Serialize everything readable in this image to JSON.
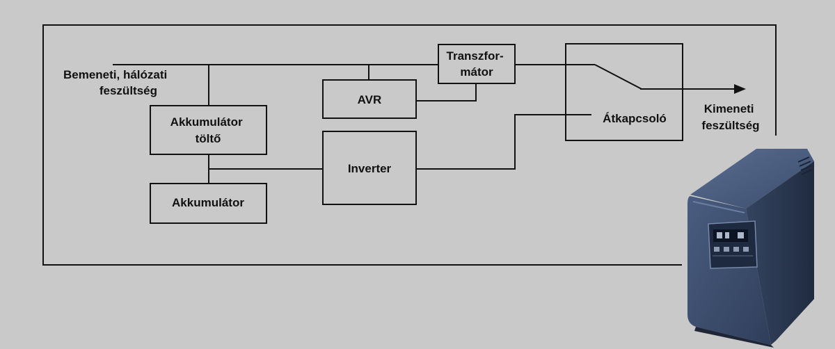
{
  "diagram": {
    "input_label": [
      "Bemeneti, hálózati",
      "feszültség"
    ],
    "output_label": [
      "Kimeneti",
      "feszültség"
    ],
    "blocks": {
      "charger": [
        "Akkumulátor",
        "töltő"
      ],
      "battery": "Akkumulátor",
      "avr": "AVR",
      "inverter": "Inverter",
      "transformer": [
        "Transzfor-",
        "mátor"
      ],
      "switch": "Átkapcsoló"
    },
    "colors": {
      "background": "#c9c9c9",
      "line": "#111111",
      "ups_body": "#3d4f6e",
      "ups_panel": "#1d2a40"
    },
    "device_image": "ups-unit-photo"
  }
}
